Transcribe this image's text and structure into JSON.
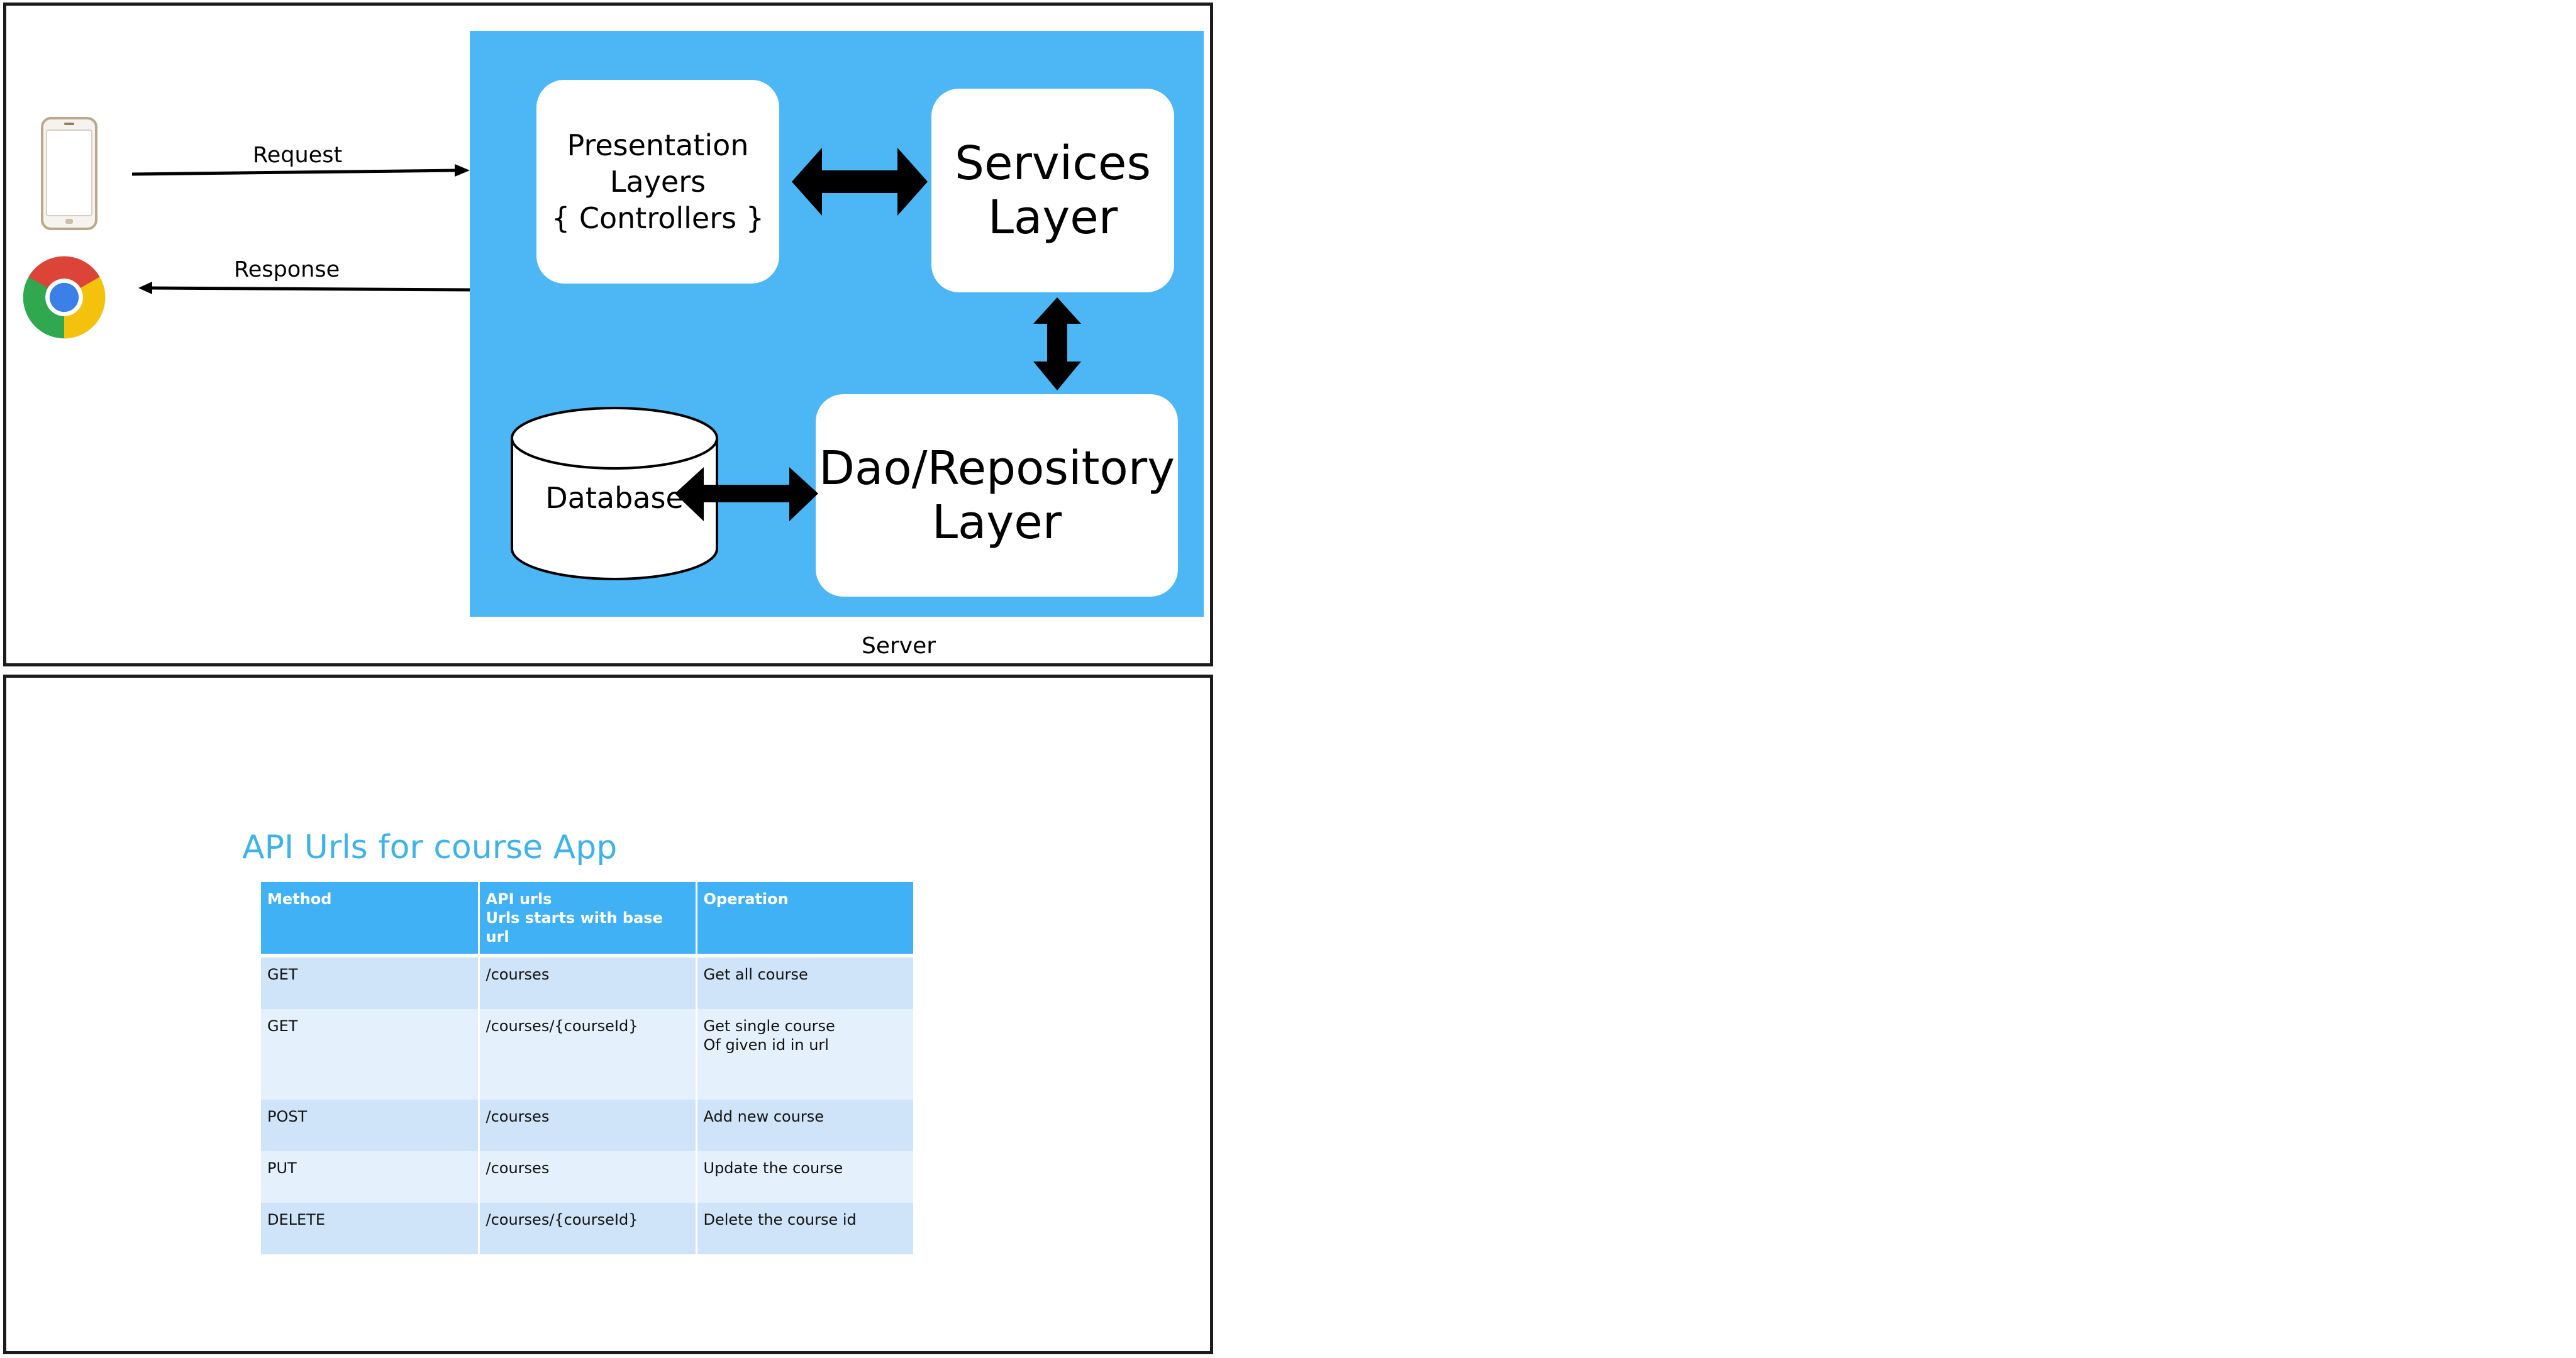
{
  "diagram": {
    "client_labels": {
      "request": "Request",
      "response": "Response"
    },
    "server_label": "Server",
    "presentation_layer": "Presentation\nLayers\n{ Controllers }",
    "services_layer": "Services\nLayer",
    "dao_layer": "Dao/Repository\nLayer",
    "database_label": "Database",
    "server_color": "#4db6f5"
  },
  "api_slide": {
    "title": "API Urls for course App",
    "headers": [
      "Method",
      "API urls\nUrls starts with base url",
      "Operation"
    ],
    "rows": [
      [
        "GET",
        "/courses",
        "Get all course"
      ],
      [
        "GET",
        "/courses/{courseId}",
        "Get single course\nOf given id in url"
      ],
      [
        "POST",
        "/courses",
        "Add new course"
      ],
      [
        "PUT",
        "/courses",
        "Update the course"
      ],
      [
        "DELETE",
        "/courses/{courseId}",
        "Delete the course id"
      ]
    ],
    "header_color": "#40b1f4",
    "title_color": "#3fb2e8"
  }
}
